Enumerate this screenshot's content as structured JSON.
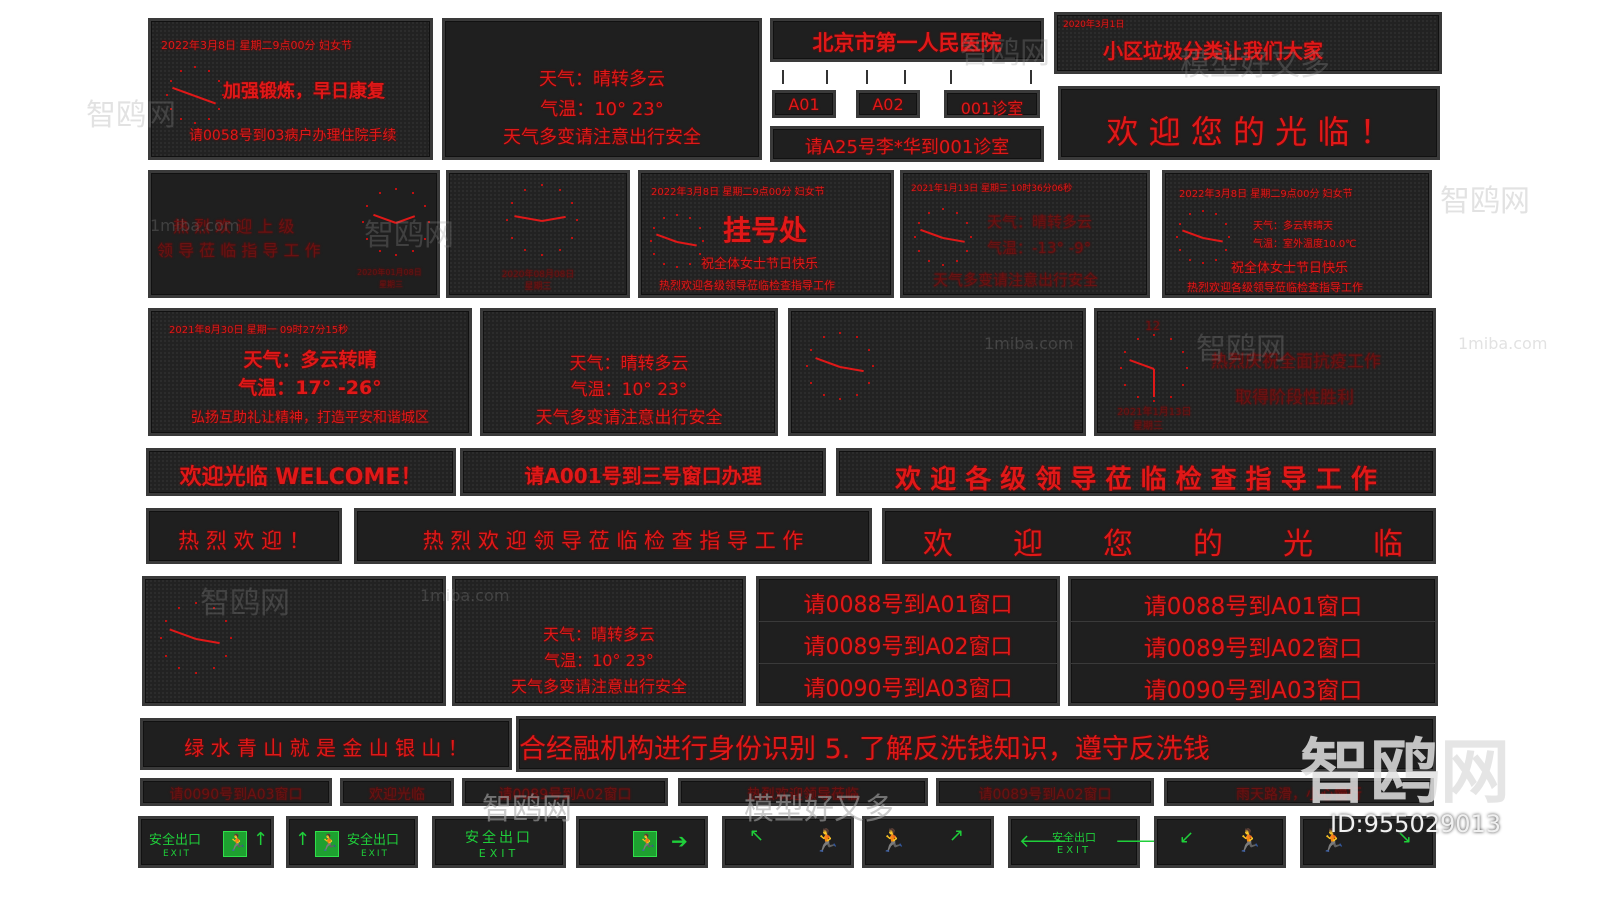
{
  "top_row": {
    "p1": {
      "date": "2022年3月8日 星期二9点00分 妇女节",
      "main": "加强锻炼，早日康复",
      "sub": "请0058号到03病户办理住院手续"
    },
    "p2": {
      "weather": "天气：晴转多云",
      "temp": "气温：10° 23°",
      "note": "天气多变请注意出行安全"
    },
    "hospital": "北京市第一人民医院",
    "tags": [
      "A01",
      "A02",
      "001诊室"
    ],
    "call": "请A25号李*华到001诊室",
    "p4": {
      "date": "2020年3月1日",
      "title": "小区垃圾分类让我们大家"
    },
    "welcome": "欢 迎 您 的 光 临 ！"
  },
  "row2": {
    "p1": {
      "line1": "热 烈 欢 迎 上 级",
      "line2": "领 导 莅 临 指 导 工 作",
      "date": "2020年01月08日",
      "week": "星期三"
    },
    "p2": {
      "date": "2020年08月08日",
      "week": "星期三"
    },
    "p3": {
      "date": "2022年3月8日 星期二9点00分 妇女节",
      "main": "挂号处",
      "sub": "祝全体女士节日快乐",
      "foot": "热烈欢迎各级领导莅临检查指导工作"
    },
    "p4": {
      "date": "2021年1月13日 星期三 10时36分06秒",
      "weather": "天气：晴转多云",
      "temp": "气温：-13° -9°",
      "note": "天气多变请注意出行安全"
    },
    "p5": {
      "date": "2022年3月8日 星期二9点00分 妇女节",
      "weather": "天气：多云转晴天",
      "temp": "气温：室外温度10.0℃",
      "sub": "祝全体女士节日快乐",
      "foot": "热烈欢迎各级领导莅临检查指导工作"
    }
  },
  "row3": {
    "p1": {
      "date": "2021年8月30日  星期一 09时27分15秒",
      "weather": "天气：多云转晴",
      "temp": "气温：17° -26°",
      "foot": "弘扬互助礼让精神，打造平安和谐城区"
    },
    "p2": {
      "weather": "天气：晴转多云",
      "temp": "气温：10° 23°",
      "note": "天气多变请注意出行安全"
    },
    "p4": {
      "twelve": "12",
      "line1": "热烈庆祝全面抗疫工作",
      "line2": "取得阶段性胜利",
      "date": "2021年1月13日",
      "week": "星期三"
    }
  },
  "row4": {
    "a": "欢迎光临 WELCOME！",
    "b": "请A001号到三号窗口办理",
    "c": "欢 迎 各 级 领 导 莅 临 检 查 指 导 工 作"
  },
  "row5": {
    "a": "热 烈 欢 迎 ！",
    "b": "热 烈 欢 迎 领 导 莅 临 检 查 指 导 工 作",
    "c": [
      "欢",
      "迎",
      "您",
      "的",
      "光",
      "临"
    ]
  },
  "row6": {
    "p2": {
      "weather": "天气：晴转多云",
      "temp": "气温：10° 23°",
      "note": "天气多变请注意出行安全"
    },
    "queue": [
      "请0088号到A01窗口",
      "请0089号到A02窗口",
      "请0090号到A03窗口"
    ]
  },
  "row7": {
    "a": "绿 水 青 山 就 是 金 山 银 山 ！",
    "b": "合经融机构进行身份识别 5. 了解反洗钱知识，遵守反洗钱"
  },
  "row8": [
    "请0090号到A03窗口",
    "欢迎光临",
    "请0089号到A02窗口",
    "热烈欢迎领导莅临",
    "请0089号到A02窗口",
    "雨天路滑，小心慢行"
  ],
  "exits": {
    "label": "安全出口",
    "exit": "EXIT"
  },
  "watermark": {
    "site": "智鸥网",
    "slogan": "模型好又多",
    "url": "1miba.com",
    "big": "智鸥网",
    "id": "ID:955029013"
  },
  "colors": {
    "led_red": "#e01818",
    "panel": "#1f1f1f",
    "exit_green": "#1fcf3a"
  }
}
